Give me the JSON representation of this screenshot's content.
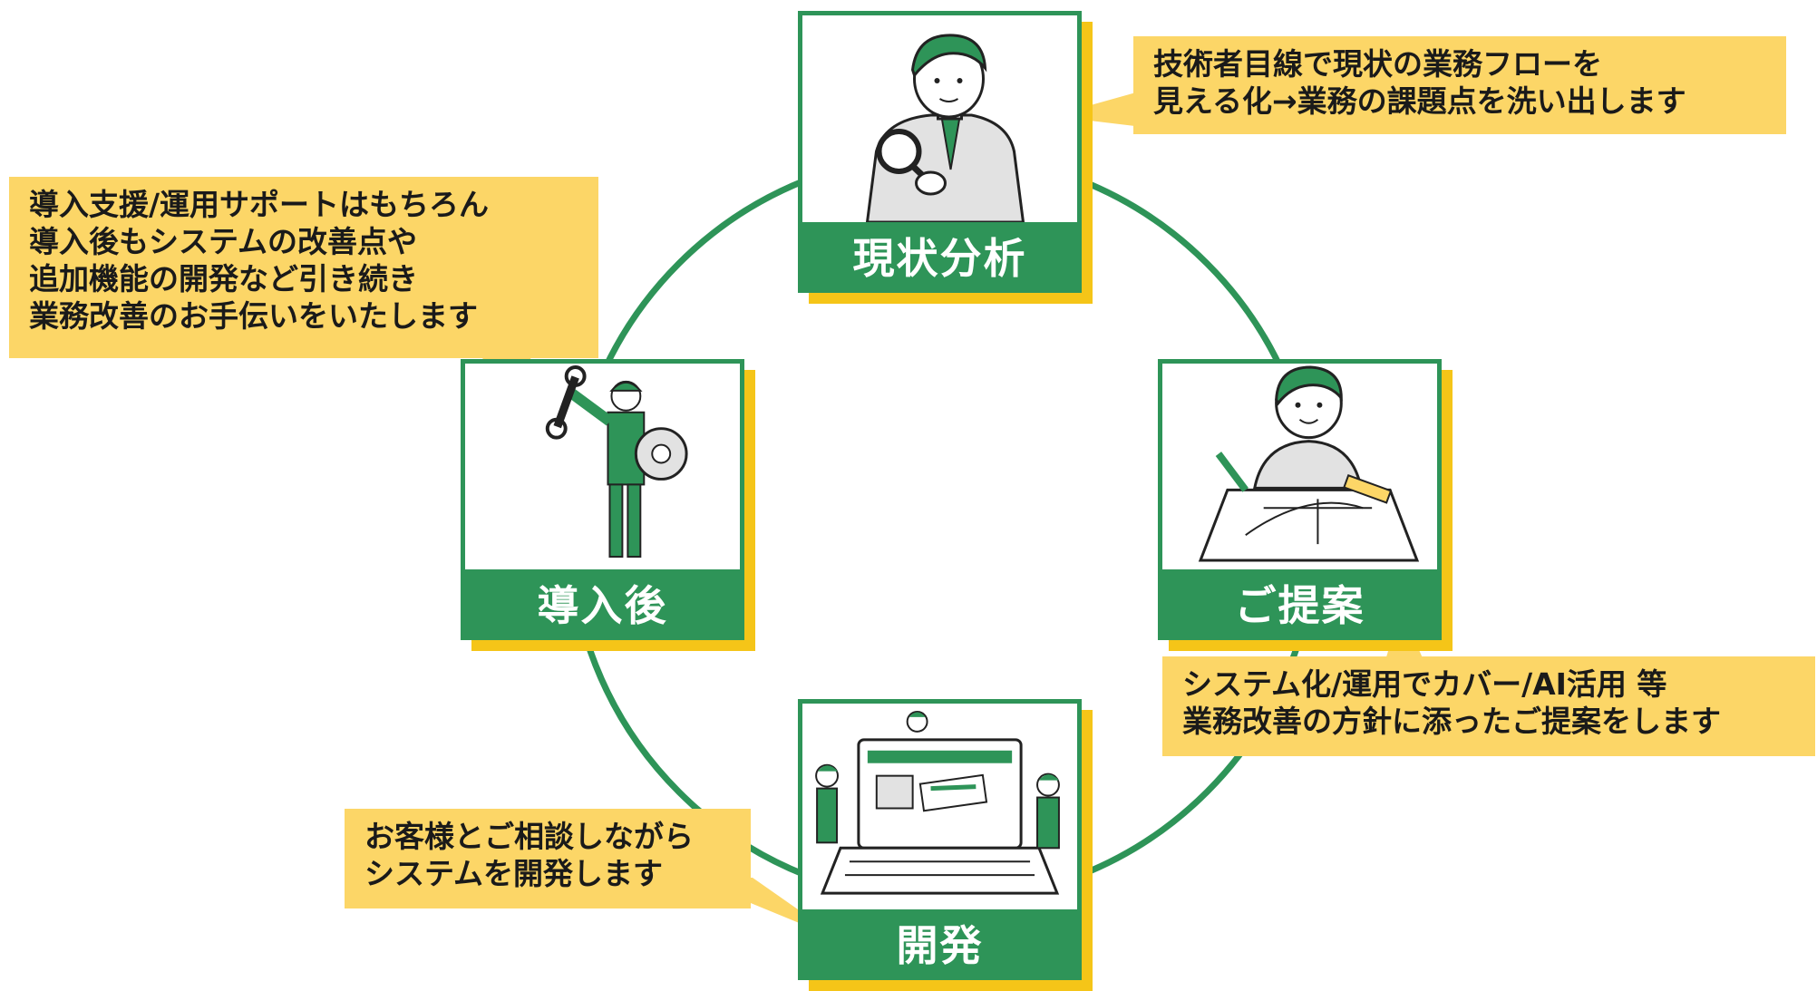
{
  "colors": {
    "green": "#2e9458",
    "yellow_shadow": "#f5c518",
    "bubble": "#fcd667",
    "text": "#1a1a1a"
  },
  "steps": {
    "analysis": {
      "label": "現状分析",
      "icon": "person-with-magnifier-icon"
    },
    "proposal": {
      "label": "ご提案",
      "icon": "person-drawing-plan-icon"
    },
    "development": {
      "label": "開発",
      "icon": "laptop-with-workers-icon"
    },
    "after": {
      "label": "導入後",
      "icon": "worker-with-wrench-and-gear-icon"
    }
  },
  "bubbles": {
    "analysis": [
      "技術者目線で現状の業務フローを",
      "見える化→業務の課題点を洗い出します"
    ],
    "proposal": [
      "システム化/運用でカバー/AI活用 等",
      "業務改善の方針に添ったご提案をします"
    ],
    "development": [
      "お客様とご相談しながら",
      "システムを開発します"
    ],
    "after": [
      "導入支援/運用サポートはもちろん",
      "導入後もシステムの改善点や",
      "追加機能の開発など引き続き",
      "業務改善のお手伝いをいたします"
    ]
  }
}
